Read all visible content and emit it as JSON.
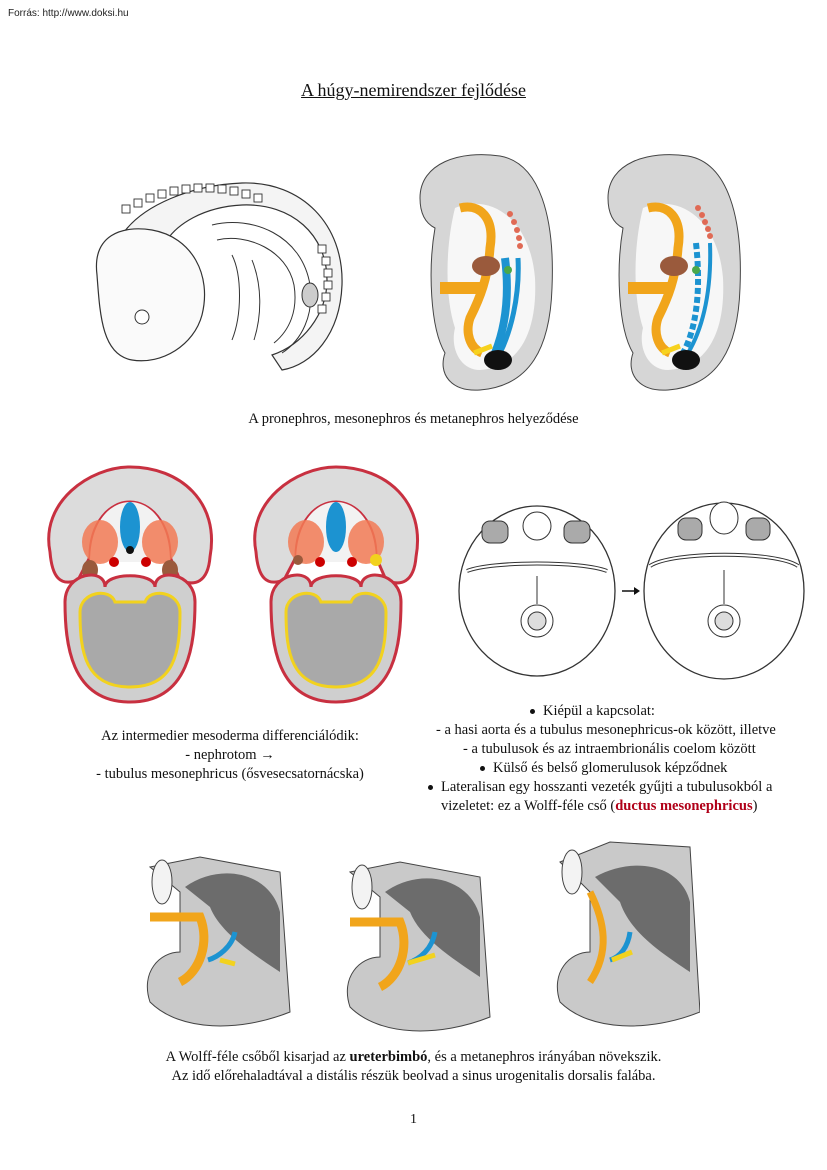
{
  "source": "Forrás: http://www.doksi.hu",
  "title": "A húgy-nemirendszer fejlődése",
  "caption1": "A pronephros, mesonephros és metanephros helyeződése",
  "caption2": {
    "line1": "Az intermedier mesoderma differenciálódik:",
    "line2": "- nephrotom →",
    "line3": "- tubulus mesonephricus (ősvesecsatornácska)"
  },
  "bullets": {
    "b1": "Kiépül a kapcsolat:",
    "b1a": "-  a hasi aorta és a tubulus mesonephricus-ok között, illetve",
    "b1b": "- a tubulusok és az intraembrionális coelom között",
    "b2": "Külső és belső glomerulusok képződnek",
    "b3a": "Lateralisan egy hosszanti vezeték gyűjti a tubulusokból a",
    "b3b_pre": "vizeletet: ez a Wolff-féle cső (",
    "b3b_bold": "ductus mesonephricus",
    "b3b_post": ")"
  },
  "caption3": {
    "l1_pre": "A Wolff-féle csőből kisarjad az ",
    "l1_bold": "ureterbimbó",
    "l1_post": ", és a metanephros irányában növekszik.",
    "l2": "Az idő előrehaladtával a distális részük beolvad a sinus urogenitalis dorsalis falába."
  },
  "page_number": "1"
}
